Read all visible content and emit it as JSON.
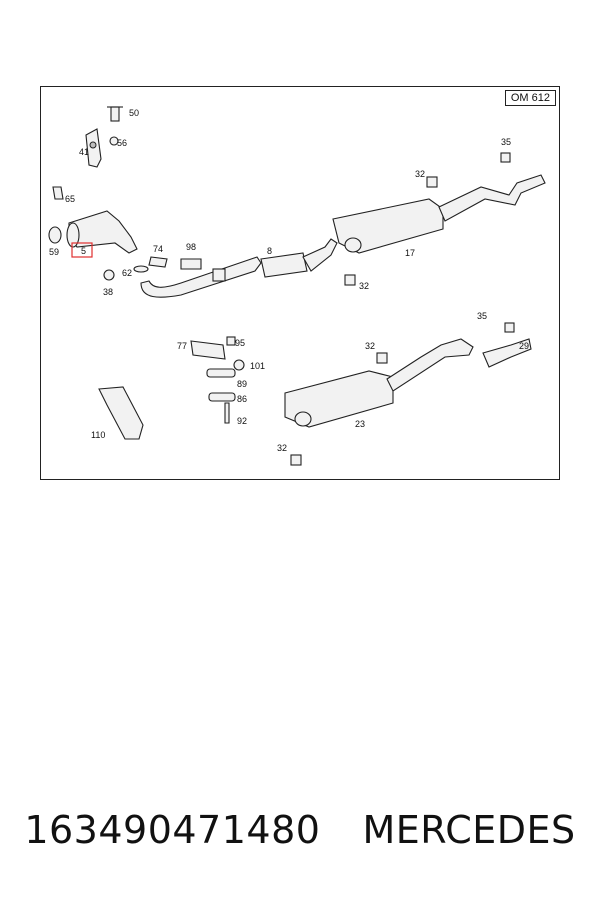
{
  "diagram": {
    "engine_code": "OM 612",
    "highlight_color": "#e03030",
    "labels": {
      "p50": "50",
      "p56": "56",
      "p41": "41",
      "p65": "65",
      "p59": "59",
      "p5": "5",
      "p38": "38",
      "p62": "62",
      "p74": "74",
      "p98": "98",
      "p8": "8",
      "p17": "17",
      "p35a": "35",
      "p32a": "32",
      "p32b": "32",
      "p29": "29",
      "p35b": "35",
      "p32c": "32",
      "p77": "77",
      "p95": "95",
      "p101": "101",
      "p89": "89",
      "p86": "86",
      "p92": "92",
      "p110": "110",
      "p23": "23",
      "p32d": "32"
    }
  },
  "caption": {
    "part_number": "163490471480",
    "brand": "MERCEDES"
  }
}
